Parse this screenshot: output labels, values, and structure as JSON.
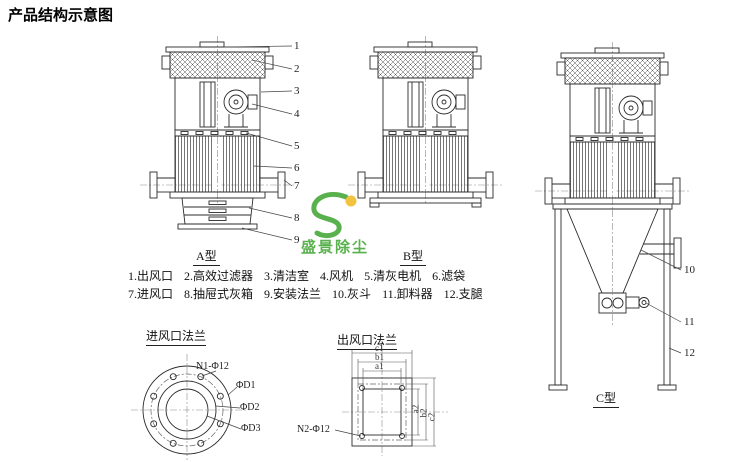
{
  "page": {
    "title": "产品结构示意图"
  },
  "machines": {
    "a": {
      "label": "A型"
    },
    "b": {
      "label": "B型"
    },
    "c": {
      "label": "C型"
    }
  },
  "callouts": {
    "a": [
      "1",
      "2",
      "3",
      "4",
      "5",
      "6",
      "7",
      "8",
      "9"
    ],
    "c": [
      "10",
      "11",
      "12"
    ]
  },
  "legend": {
    "row1": [
      "1.出风口",
      "2.高效过滤器",
      "3.清洁室",
      "4.风机",
      "5.清灰电机",
      "6.滤袋"
    ],
    "row2": [
      "7.进风口",
      "8.抽屉式灰箱",
      "9.安装法兰",
      "10.灰斗",
      "11.卸料器",
      "12.支腿"
    ]
  },
  "inlet_flange": {
    "title": "进风口法兰",
    "bolt_label": "N1-Φ12",
    "dim_labels": [
      "ΦD1",
      "ΦD2",
      "ΦD3"
    ]
  },
  "outlet_flange": {
    "title": "出风口法兰",
    "bolt_label": "N2-Φ12",
    "top_dims": [
      "c1",
      "b1",
      "a1"
    ],
    "side_dims": [
      "a2",
      "b2",
      "c2"
    ]
  },
  "watermark": {
    "text": "盛景除尘",
    "logo_green": "#48a93b",
    "logo_yellow": "#f0bd2a"
  }
}
